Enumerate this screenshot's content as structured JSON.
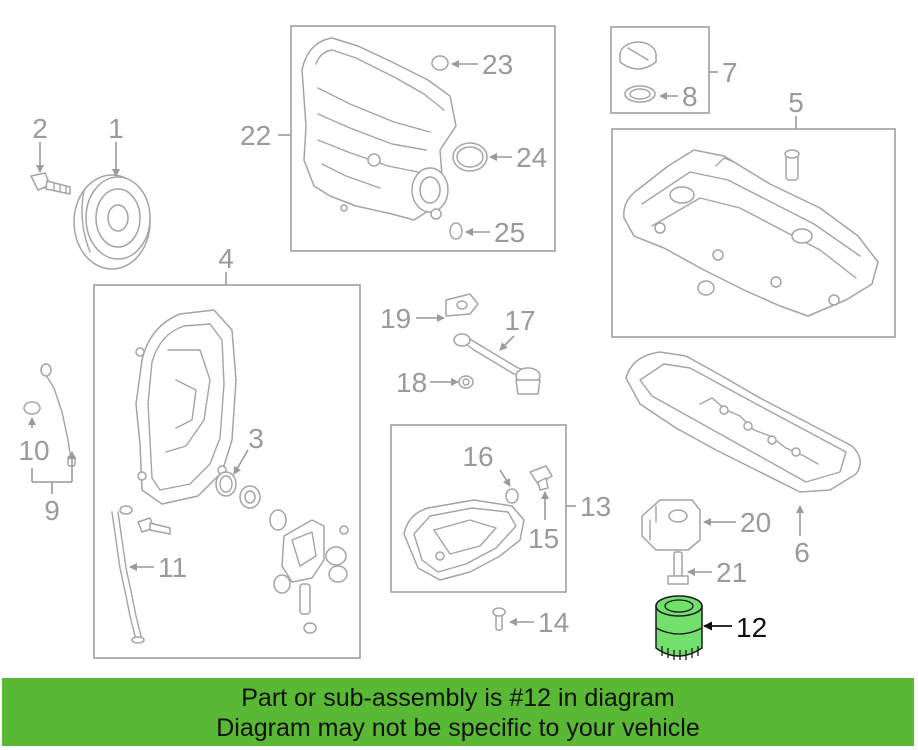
{
  "labels": {
    "p1": "1",
    "p2": "2",
    "p3": "3",
    "p4": "4",
    "p5": "5",
    "p6": "6",
    "p7": "7",
    "p8": "8",
    "p9": "9",
    "p10": "10",
    "p11": "11",
    "p12": "12",
    "p13": "13",
    "p14": "14",
    "p15": "15",
    "p16": "16",
    "p17": "17",
    "p18": "18",
    "p19": "19",
    "p20": "20",
    "p21": "21",
    "p22": "22",
    "p23": "23",
    "p24": "24",
    "p25": "25"
  },
  "highlight": {
    "part": "12",
    "color": "#73e06d"
  },
  "banner": {
    "line1": "Part or sub-assembly is #12 in diagram",
    "line2": "Diagram may not be specific to your vehicle",
    "color": "#5ab934"
  }
}
